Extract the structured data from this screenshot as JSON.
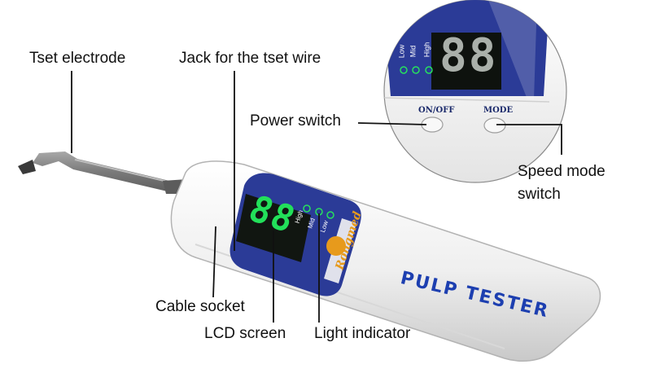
{
  "device": {
    "brand_text": "PULP TESTER",
    "logo_text": "Rongmed",
    "display_digits": "88",
    "indicator_labels": [
      "High",
      "Mid",
      "Low"
    ],
    "colors": {
      "body": "#ececec",
      "panel": "#2b3b97",
      "digits": "#22e05a",
      "brand_text": "#1d3fb0",
      "logo": "#e79a1c",
      "probe": "#7d7d7d"
    }
  },
  "inset": {
    "button_labels": {
      "on_off": "ON/OFF",
      "mode": "MODE"
    },
    "indicator_labels": [
      "High",
      "Mid",
      "Low"
    ],
    "display_digits": "88"
  },
  "labels": {
    "test_electrode": "Tset electrode",
    "jack": "Jack for the tset wire",
    "power_switch": "Power switch",
    "speed_mode_switch_line1": "Speed mode",
    "speed_mode_switch_line2": "switch",
    "cable_socket": "Cable socket",
    "lcd_screen": "LCD screen",
    "light_indicator": "Light indicator"
  }
}
